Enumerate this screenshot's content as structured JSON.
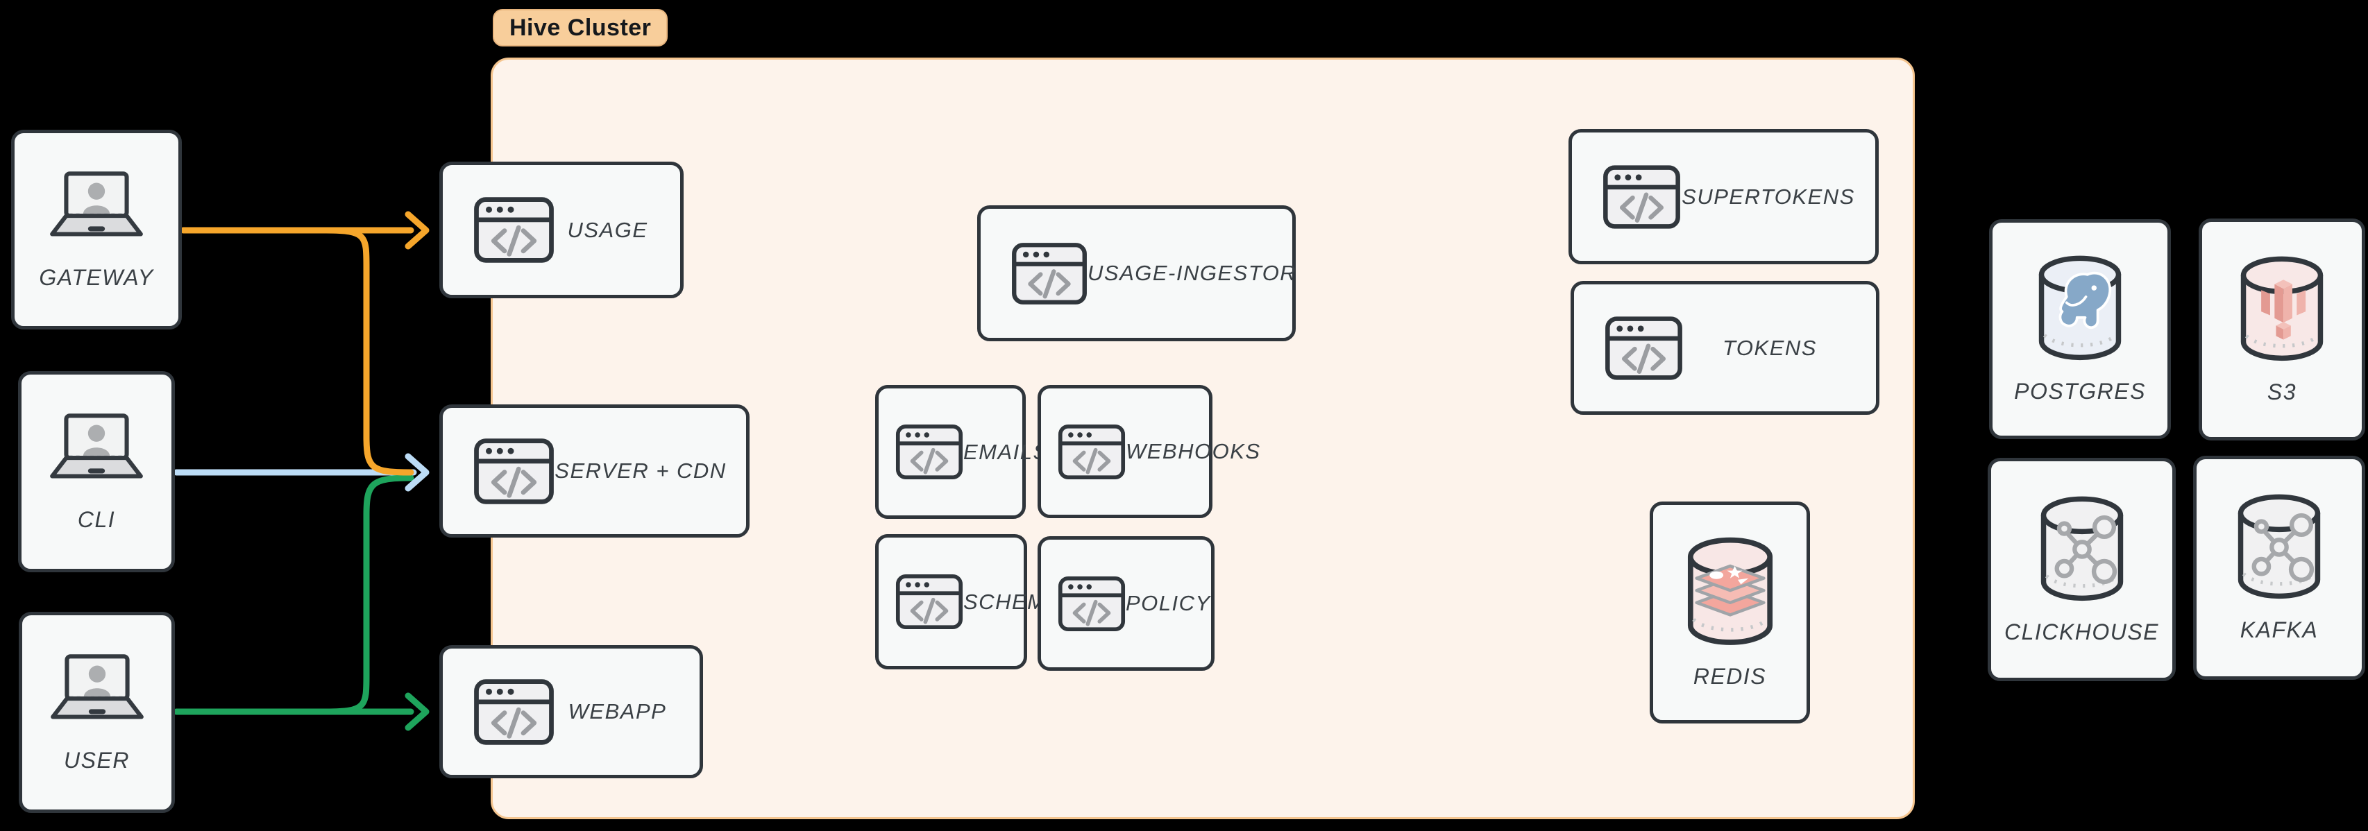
{
  "diagram": {
    "title_badge": "Hive Cluster",
    "colors": {
      "background": "#000000",
      "node_fill": "#F7F9F9",
      "node_border": "#2F353B",
      "cluster_fill": "#FDF3EB",
      "cluster_border": "#F5C58F",
      "badge_fill": "#F8CE9B",
      "label_text": "#3A4045",
      "arrow_orange": "#F6A62B",
      "arrow_blue": "#BCDCF6",
      "arrow_green": "#1EA45C",
      "postgres_tint": "#EBEFF6",
      "s3_tint": "#F8E8E7",
      "redis_tint": "#F8E7E6",
      "gray_tint": "#F1F1F2"
    },
    "actors": [
      {
        "id": "gateway",
        "label": "GATEWAY",
        "icon": "laptop-user"
      },
      {
        "id": "cli",
        "label": "CLI",
        "icon": "laptop-user"
      },
      {
        "id": "user",
        "label": "USER",
        "icon": "laptop-user"
      }
    ],
    "cluster_services": [
      {
        "id": "usage",
        "label": "USAGE",
        "icon": "code-window"
      },
      {
        "id": "server-cdn",
        "label": "SERVER + CDN",
        "icon": "code-window"
      },
      {
        "id": "webapp",
        "label": "WEBAPP",
        "icon": "code-window"
      },
      {
        "id": "usage-ingestor",
        "label": "USAGE-INGESTOR",
        "icon": "code-window"
      },
      {
        "id": "emails",
        "label": "EMAILS",
        "icon": "code-window"
      },
      {
        "id": "webhooks",
        "label": "WEBHOOKS",
        "icon": "code-window"
      },
      {
        "id": "schema",
        "label": "SCHEMA",
        "icon": "code-window"
      },
      {
        "id": "policy",
        "label": "POLICY",
        "icon": "code-window"
      },
      {
        "id": "supertokens",
        "label": "SUPERTOKENS",
        "icon": "code-window"
      },
      {
        "id": "tokens",
        "label": "TOKENS",
        "icon": "code-window"
      },
      {
        "id": "redis",
        "label": "REDIS",
        "icon": "database-redis"
      }
    ],
    "datastores": [
      {
        "id": "postgres",
        "label": "POSTGRES",
        "icon": "database-postgres"
      },
      {
        "id": "s3",
        "label": "S3",
        "icon": "database-s3"
      },
      {
        "id": "clickhouse",
        "label": "CLICKHOUSE",
        "icon": "database-network"
      },
      {
        "id": "kafka",
        "label": "KAFKA",
        "icon": "database-network"
      }
    ],
    "edges": [
      {
        "from": "GATEWAY",
        "to": "USAGE",
        "color": "#F6A62B"
      },
      {
        "from": "GATEWAY",
        "to": "SERVER + CDN",
        "color": "#F6A62B"
      },
      {
        "from": "CLI",
        "to": "SERVER + CDN",
        "color": "#BCDCF6"
      },
      {
        "from": "USER",
        "to": "SERVER + CDN",
        "color": "#1EA45C"
      },
      {
        "from": "USER",
        "to": "WEBAPP",
        "color": "#1EA45C"
      }
    ]
  }
}
